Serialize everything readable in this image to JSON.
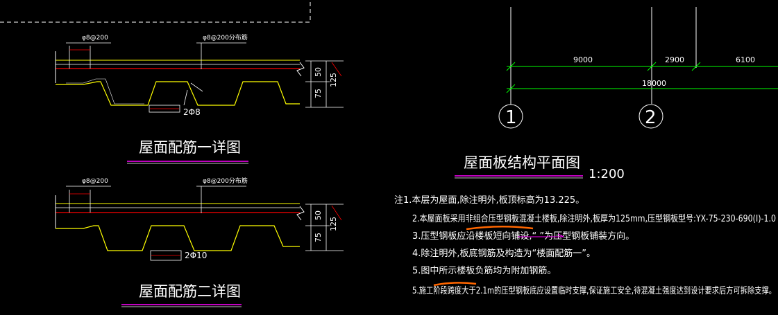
{
  "detail1": {
    "title": "屋面配筋一详图",
    "rebar_left": "φ8@200",
    "rebar_right": "φ8@200分布筋",
    "bottom_bar": "2Φ8",
    "dim_top": "50",
    "dim_bottom": "75",
    "dim_total": "125"
  },
  "detail2": {
    "title": "屋面配筋二详图",
    "rebar_left": "φ8@200",
    "rebar_right": "φ8@200分布筋",
    "bottom_bar": "2Φ10",
    "dim_top": "50",
    "dim_bottom": "75",
    "dim_total": "125"
  },
  "plan": {
    "title": "屋面板结构平面图",
    "scale": "1:200",
    "dims": [
      "9000",
      "2900",
      "6100"
    ],
    "total_dim": "18000",
    "axis_labels": [
      "1",
      "2"
    ]
  },
  "notes": [
    "注1.本层为屋面,除注明外,板顶标高为13.225。",
    "2.本屋面板采用非组合压型钢板混凝土楼板,除注明外,板厚为125mm,压型钢板型号:YX-75-230-690(I)-1.0",
    "3.压型钢板应沿楼板短向铺设,“              ”为压型钢板铺装方向。",
    "4.除注明外,板底钢筋及构造为“楼面配筋一”。",
    "5.图中所示楼板负筋均为附加钢筋。",
    "5.施工阶段跨度大于2.1m的压型钢板底应设置临时支撑,保证施工安全,待混凝土强度达到设计要求后方可拆除支撑。"
  ]
}
